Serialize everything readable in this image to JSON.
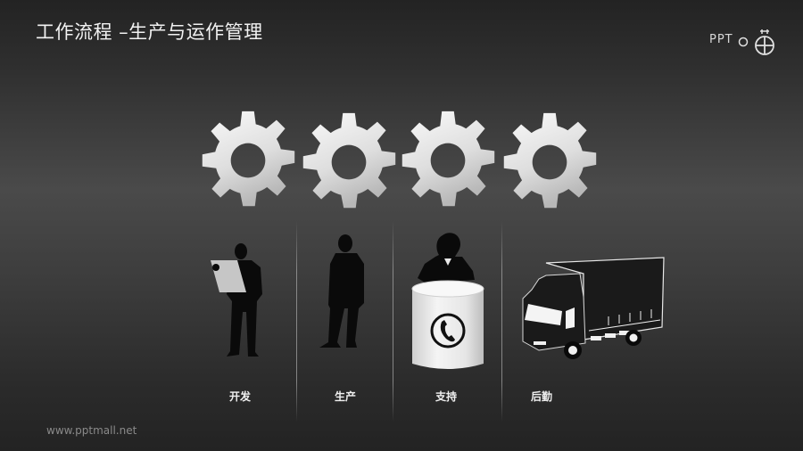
{
  "slide": {
    "title": "工作流程 –生产与运作管理",
    "logo_text": "PPT",
    "footer_url": "www.pptmall.net",
    "colors": {
      "background_top": "#232323",
      "background_mid": "#4a4a4a",
      "gear_light": "#f5f5f5",
      "gear_dark": "#bdbdbd",
      "silhouette": "#0a0a0a",
      "label_text": "#f0f0f0"
    }
  },
  "gears": [
    {
      "icon": "gear-icon"
    },
    {
      "icon": "gear-icon"
    },
    {
      "icon": "gear-icon"
    },
    {
      "icon": "gear-icon"
    }
  ],
  "stages": [
    {
      "label": "开发",
      "icon": "man-reading-document-icon"
    },
    {
      "label": "生产",
      "icon": "man-standing-icon"
    },
    {
      "label": "支持",
      "icon": "support-desk-phone-icon"
    },
    {
      "label": "后勤",
      "icon": "delivery-truck-icon"
    }
  ]
}
